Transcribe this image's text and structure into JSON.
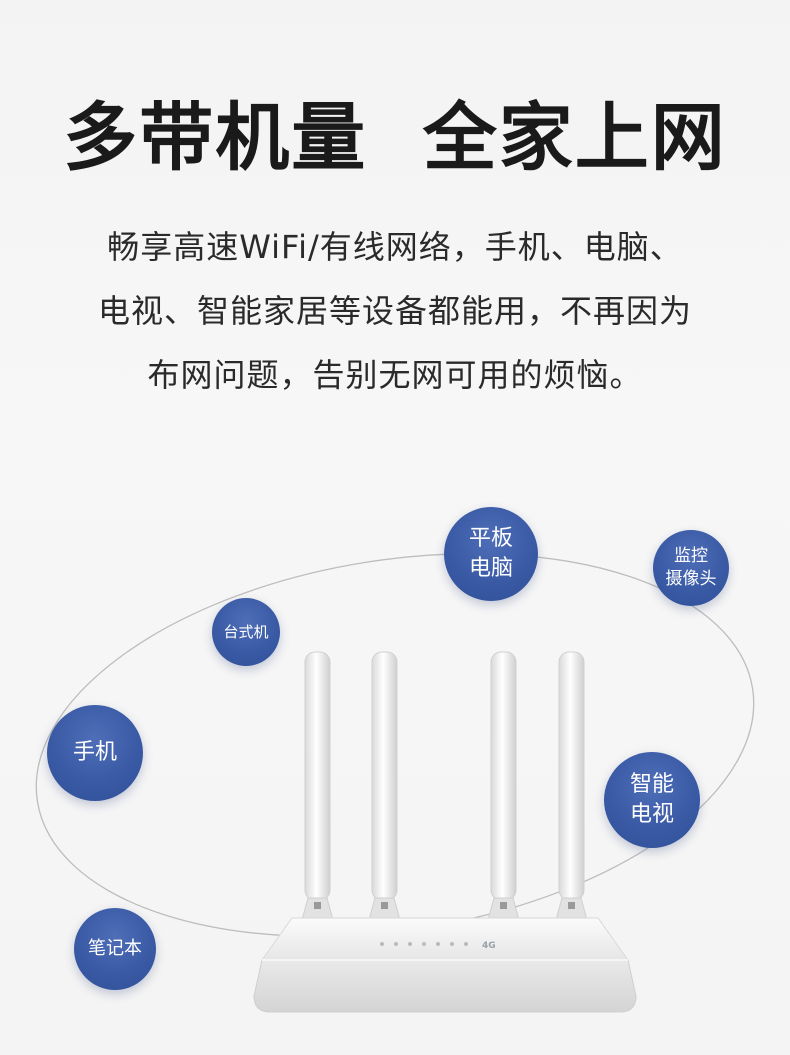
{
  "headline": "多带机量  全家上网",
  "description": {
    "line1": "畅享高速WiFi/有线网络，手机、电脑、",
    "line2": "电视、智能家居等设备都能用，不再因为",
    "line3": "布网问题，告别无网可用的烦恼。"
  },
  "devices": {
    "tablet": {
      "line1": "平板",
      "line2": "电脑"
    },
    "camera": {
      "line1": "监控",
      "line2": "摄像头"
    },
    "desktop": {
      "label": "台式机"
    },
    "phone": {
      "label": "手机"
    },
    "tv": {
      "line1": "智能",
      "line2": "电视"
    },
    "laptop": {
      "label": "笔记本"
    }
  },
  "router": {
    "badge": "4G"
  },
  "colors": {
    "bubble": "#3a5aa5",
    "headline": "#1a1a1a",
    "orbit": "#bdbdbd"
  }
}
